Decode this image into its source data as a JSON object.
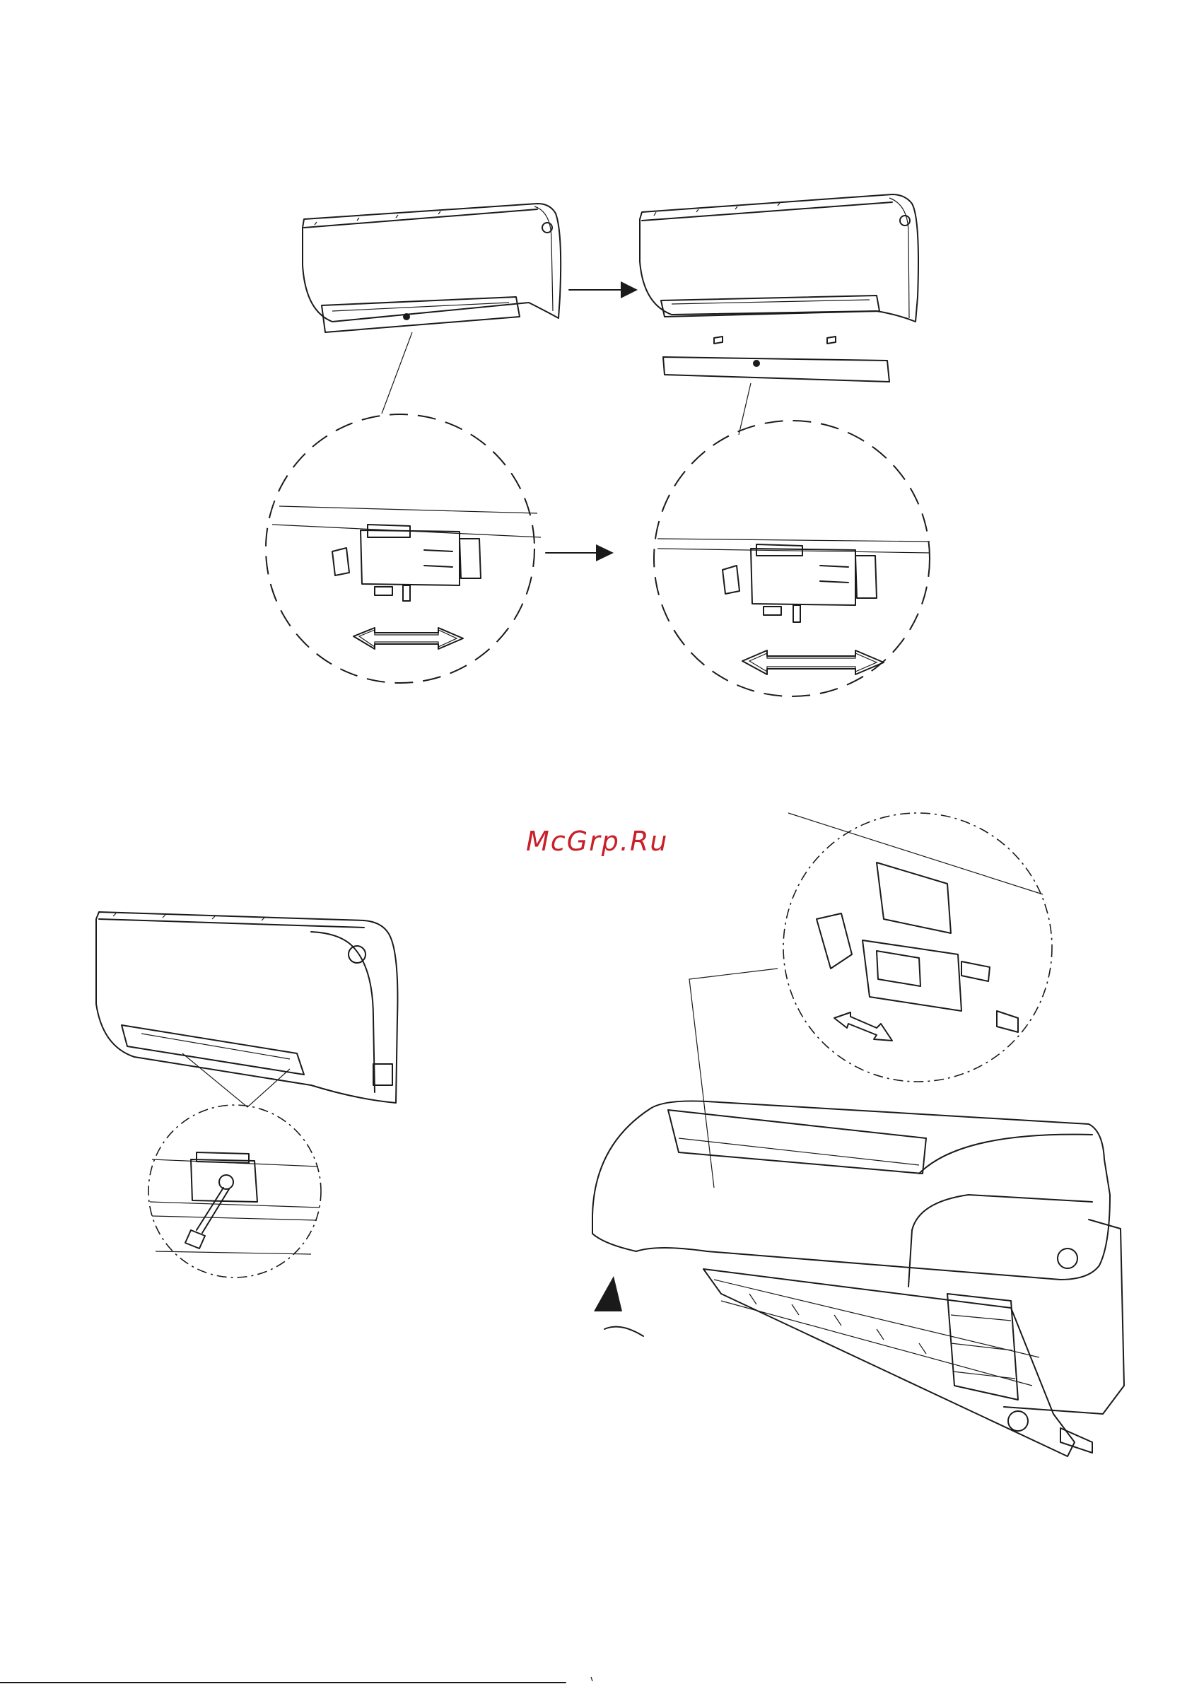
{
  "watermark": {
    "text": "McGrp.Ru",
    "color": "#c8202a"
  },
  "figures": {
    "top_left_unit": "indoor-unit-with-flap",
    "top_right_unit": "indoor-unit-flap-removed",
    "bottom_left_unit": "indoor-unit-screw-detail",
    "bottom_right_unit": "indoor-unit-front-panel-open"
  }
}
